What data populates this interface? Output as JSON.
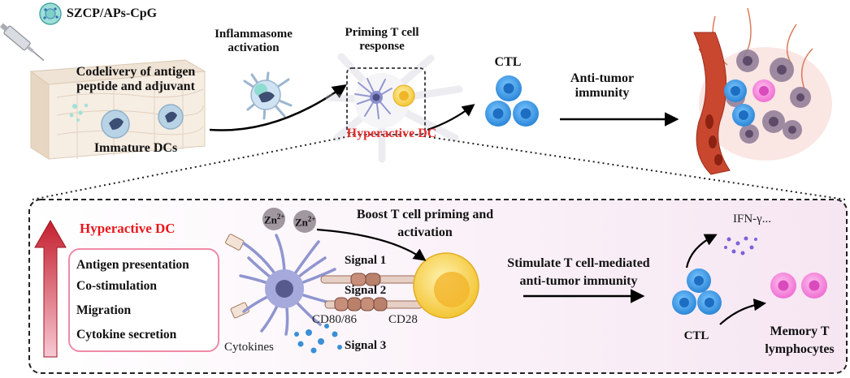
{
  "legend": {
    "label": "SZCP/APs-CpG"
  },
  "top": {
    "codelivery": [
      "Codelivery of antigen",
      "peptide and adjuvant"
    ],
    "immature": "Immature DCs",
    "inflammasome": [
      "Inflammasome",
      "activation"
    ],
    "priming": [
      "Priming T cell",
      "response"
    ],
    "hyperactive": "Hyperactive DC",
    "ctl": "CTL",
    "antitumor": [
      "Anti-tumor",
      "immunity"
    ]
  },
  "bottom": {
    "hyperactive": "Hyperactive DC",
    "list": [
      "Antigen presentation",
      "Co-stimulation",
      "Migration",
      "Cytokine secretion"
    ],
    "zn1": "Zn",
    "zn1sup": "2+",
    "zn2": "Zn",
    "zn2sup": "2+",
    "boost": [
      "Boost T cell priming and",
      "activation"
    ],
    "signal1": "Signal 1",
    "signal2": "Signal 2",
    "signal3": "Signal 3",
    "cd80": "CD80/86",
    "cd28": "CD28",
    "cytokines": "Cytokines",
    "stimulate": [
      "Stimulate T cell-mediated",
      "anti-tumor immunity"
    ],
    "ifn": "IFN-γ...",
    "ctl": "CTL",
    "memory": [
      "Memory T",
      "lymphocytes"
    ]
  },
  "colors": {
    "accent_red": "#e8161b",
    "ctl_blue": "#3f9be6",
    "dc_purple": "#8a8fcf",
    "tcell_yellow": "#f6cb3f",
    "memory_pink": "#f07ad6",
    "panel_bg": "#f9eef6"
  }
}
